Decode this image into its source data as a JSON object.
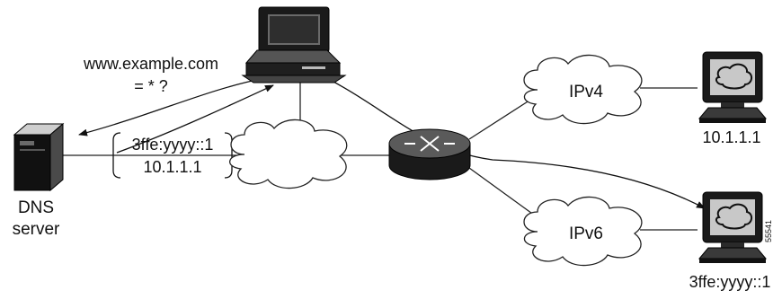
{
  "query": {
    "line1": "www.example.com",
    "line2": "= * ?"
  },
  "dns_server": {
    "line1": "DNS",
    "line2": "server"
  },
  "response": {
    "ipv6_address": "3ffe:yyyy::1",
    "ipv4_address": "10.1.1.1"
  },
  "clouds": {
    "ipv4_label": "IPv4",
    "ipv6_label": "IPv6"
  },
  "hosts": {
    "ipv4_host_address": "10.1.1.1",
    "ipv6_host_address": "3ffe:yyyy::1"
  },
  "figure_id": "55541",
  "icons": {
    "client": "desktop-computer-icon",
    "dns_server": "server-tower-icon",
    "router": "router-icon",
    "hosts": "workstation-icon"
  }
}
